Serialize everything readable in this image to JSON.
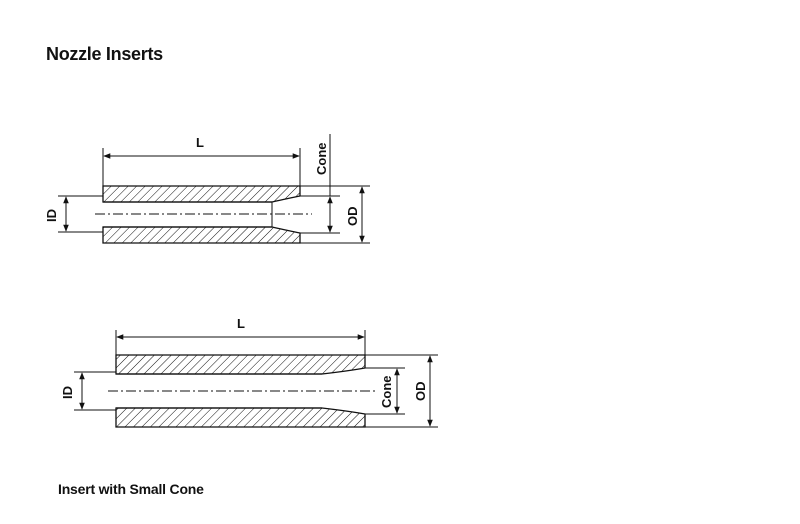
{
  "title": {
    "bold": "Nozzle",
    "rest": "Inserts"
  },
  "caption": "Insert with Small Cone",
  "diagram1": {
    "length_label": "L",
    "cone_label": "Cone",
    "od_label": "OD",
    "id_label": "ID"
  },
  "diagram2": {
    "length_label": "L",
    "cone_label": "Cone",
    "od_label": "OD",
    "id_label": "ID"
  },
  "colors": {
    "line": "#111111",
    "background": "#ffffff"
  }
}
